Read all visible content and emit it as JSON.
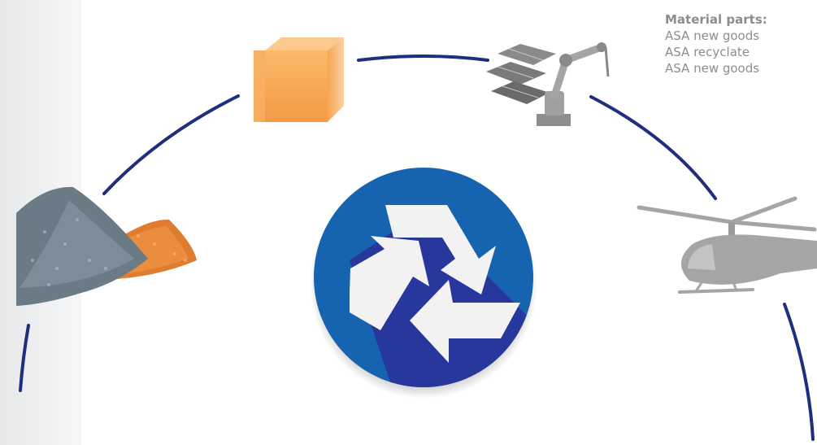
{
  "material_parts": {
    "title": "Material parts:",
    "items": [
      "ASA new goods",
      "ASA recyclate",
      "ASA new goods"
    ]
  },
  "colors": {
    "ring": "#1d2f7e",
    "recycle_circle_outer": "#1664b0",
    "recycle_circle_inner": "#28379c",
    "recycle_symbol": "#f2f2f2",
    "cube": "#f7a34e",
    "pellets_gray": "#6b7b85",
    "pellets_orange": "#e07c2e",
    "product_gray": "#a5a5a5",
    "material_text": "#8d8d8d"
  },
  "icons": {
    "center": "recycling-icon",
    "top": "cube-icon",
    "top_right": "robot-arm-solar-panels-icon",
    "right": "helicopter-icon",
    "left": "plastic-pellets-icon"
  }
}
